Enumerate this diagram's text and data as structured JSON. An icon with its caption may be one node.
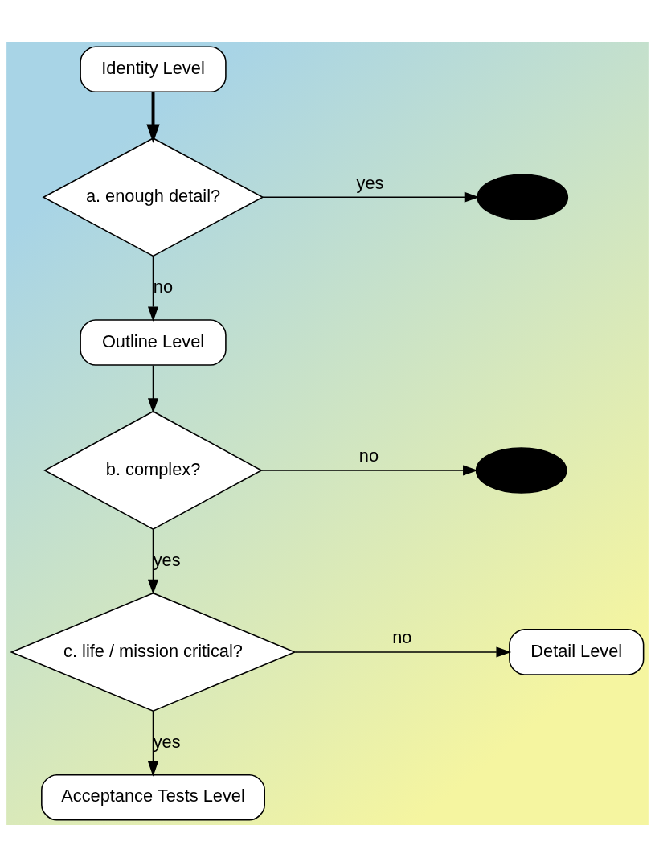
{
  "diagram": {
    "nodes": [
      {
        "text": [
          "Identity Level"
        ]
      },
      {
        "text": [
          "a. enough detail?"
        ]
      },
      {
        "text": [],
        "shape": "ellipse"
      },
      {
        "text": [
          "Outline Level"
        ]
      },
      {
        "text": [
          "b. complex?"
        ]
      },
      {
        "text": [],
        "shape": "ellipse"
      },
      {
        "text": [
          "c. life / mission critical?"
        ]
      },
      {
        "text": [
          "Detail Level"
        ]
      },
      {
        "text": [
          "Acceptance Tests Level"
        ]
      }
    ],
    "edges": [
      {
        "from": 0,
        "to": 1,
        "arrow": "to",
        "style": "thick"
      },
      {
        "from": 1,
        "to": 2,
        "arrow": "to",
        "label": "yes"
      },
      {
        "from": 1,
        "to": 3,
        "arrow": "to",
        "label": "no"
      },
      {
        "from": 3,
        "to": 4,
        "arrow": "to"
      },
      {
        "from": 4,
        "to": 5,
        "arrow": "to",
        "label": "no"
      },
      {
        "from": 4,
        "to": 6,
        "arrow": "to",
        "label": "yes"
      },
      {
        "from": 6,
        "to": 7,
        "arrow": "to",
        "label": "no"
      },
      {
        "from": 6,
        "to": 8,
        "arrow": "to",
        "label": "yes"
      }
    ]
  }
}
